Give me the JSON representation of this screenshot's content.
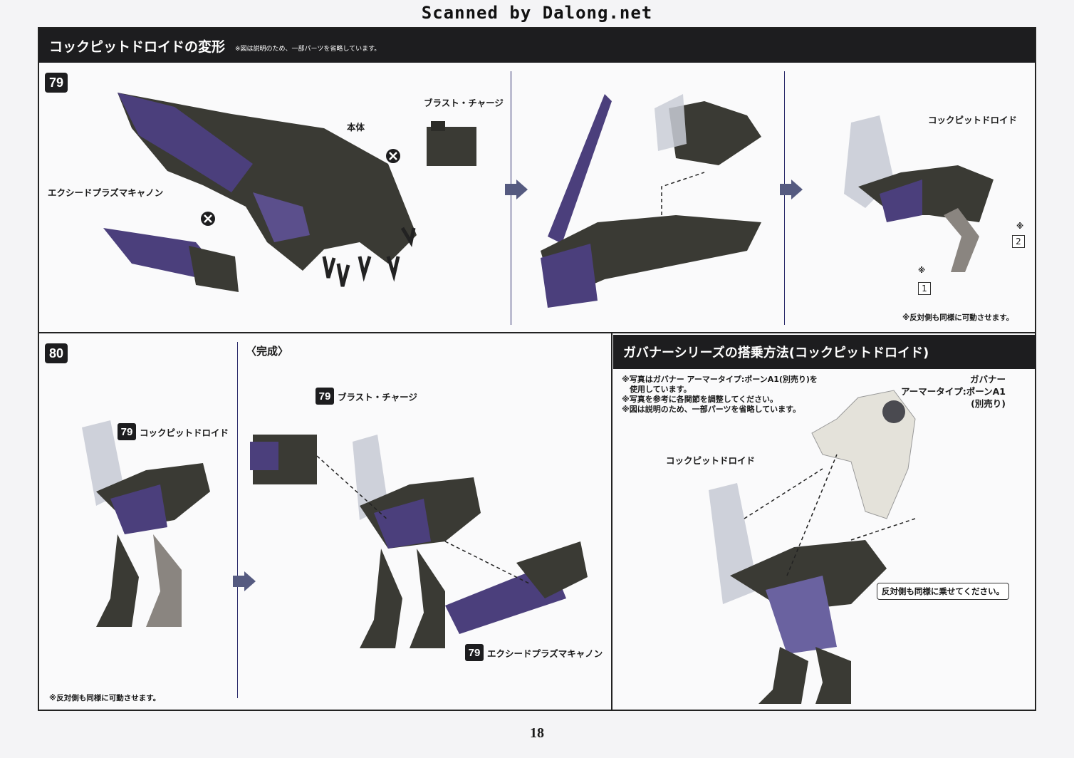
{
  "scan_credit": "Scanned by Dalong.net",
  "header": {
    "title": "コックピットドロイドの変形",
    "note": "※図は説明のため、一部パーツを省略しています。"
  },
  "step79": {
    "number": "79",
    "labels": {
      "body": "本体",
      "blast_charge": "ブラスト・チャージ",
      "exceed_plasma_cannon": "エクシードプラズマキャノン",
      "cockpit_droid": "コックピットドロイド"
    },
    "markers": {
      "one": "1",
      "two": "2",
      "asterisk": "※"
    },
    "footnote": "※反対側も同様に可動させます。"
  },
  "step80": {
    "number": "80",
    "complete_label": "〈完成〉",
    "ref_number": "79",
    "labels": {
      "cockpit_droid": "コックピットドロイド",
      "blast_charge": "ブラスト・チャージ",
      "exceed_plasma_cannon": "エクシードプラズマキャノン"
    },
    "footnote": "※反対側も同様に可動させます。"
  },
  "boarding": {
    "title": "ガバナーシリーズの搭乗方法(コックピットドロイド)",
    "notes": [
      "※写真はガバナー アーマータイプ:ポーンA1(別売り)を",
      "　使用しています。",
      "※写真を参考に各関節を調整してください。",
      "※図は説明のため、一部パーツを省略しています。"
    ],
    "figure_label": [
      "ガバナー",
      "アーマータイプ:ポーンA1",
      "(別売り)"
    ],
    "cockpit_droid": "コックピットドロイド",
    "callout": "反対側も同様に乗せてください。"
  },
  "page_number": "18",
  "colors": {
    "ink": "#1d1d1f",
    "purple": "#4b3f7c",
    "dark_part": "#3a3a34",
    "clear": "#c9ccd6"
  }
}
